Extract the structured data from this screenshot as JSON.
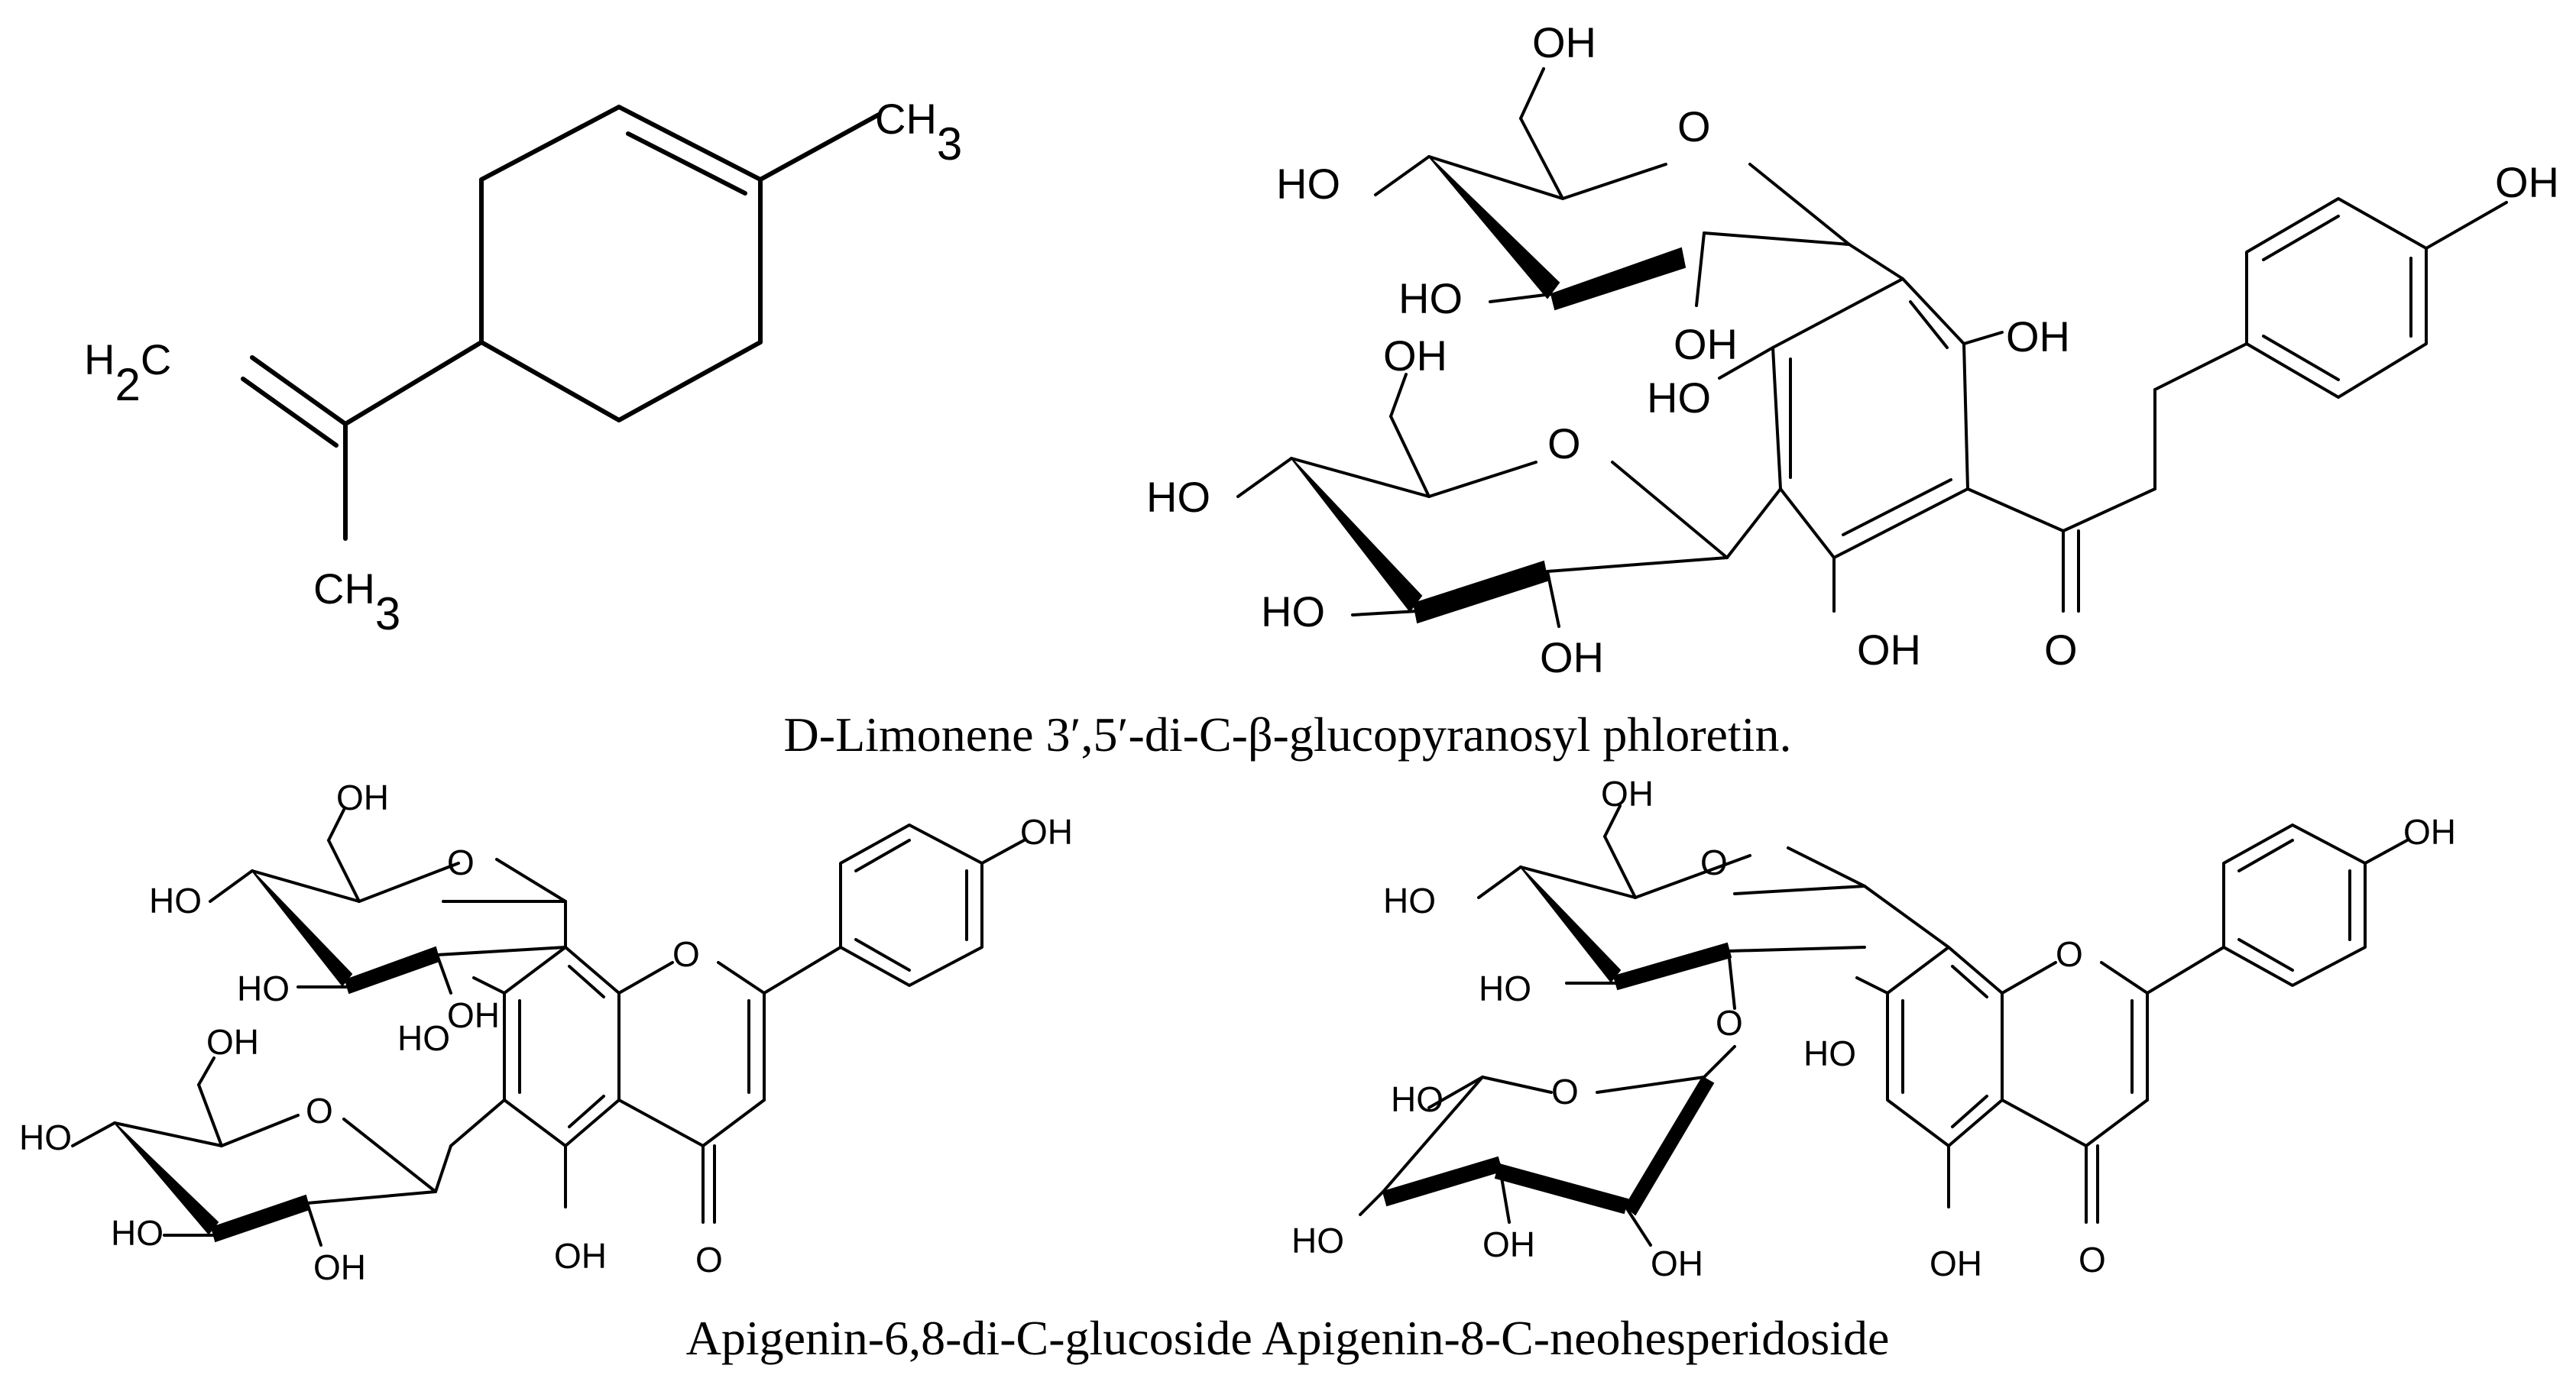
{
  "captions": {
    "top": "D-Limonene 3′,5′-di-C-β-glucopyranosyl phloretin.",
    "bottom": "Apigenin-6,8-di-C-glucoside Apigenin-8-C-neohesperidoside"
  },
  "limonene": {
    "ch3_top": "CH3",
    "h2c": "H2C",
    "ch3_bottom": "CH3"
  },
  "phloretin": {
    "oh": "OH",
    "ho": "HO",
    "o": "O"
  },
  "apigenin_diglucoside": {
    "oh": "OH",
    "ho": "HO",
    "o": "O"
  },
  "apigenin_neohesperidoside": {
    "oh": "OH",
    "ho": "HO",
    "o": "O"
  }
}
